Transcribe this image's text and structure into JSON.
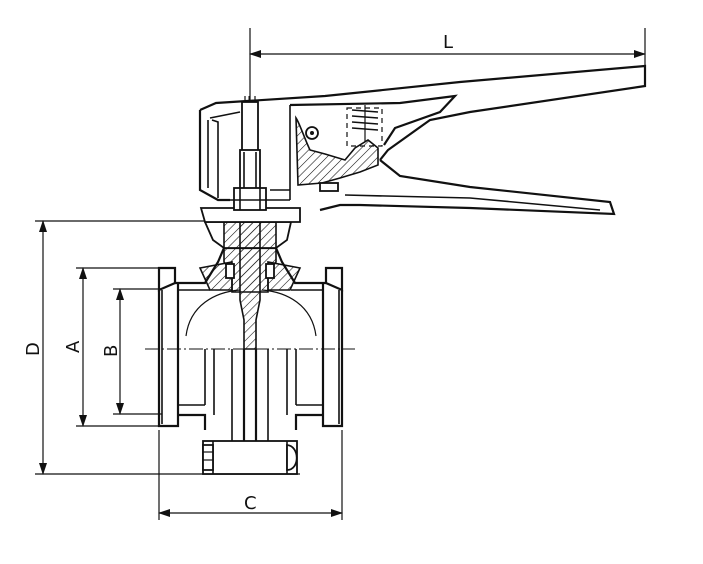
{
  "dimensions": {
    "L": "L",
    "D": "D",
    "A": "A",
    "B": "B",
    "C": "C"
  },
  "colors": {
    "line": "#111111",
    "background": "#ffffff"
  }
}
